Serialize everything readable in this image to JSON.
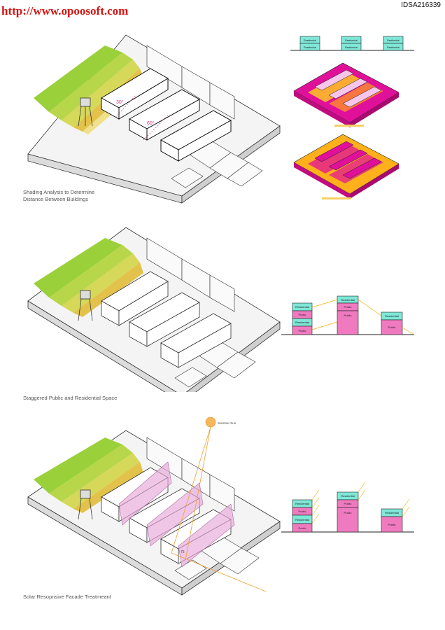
{
  "watermark": "http://www.opoosoft.com",
  "sheet_id": "IDSA216339",
  "panels": [
    {
      "caption_lines": [
        "Shading Analysis to Determine",
        "Distance Between Buildings"
      ],
      "angle_labels": [
        "30°",
        "60°"
      ],
      "section_labels": [
        "Residential",
        "Residential",
        "Residential",
        "Residential",
        "Residential",
        "Residential"
      ]
    },
    {
      "caption_lines": [
        "Staggered Public and Residential Space"
      ],
      "stack_left": [
        "Residential",
        "Public",
        "Residential",
        "Public"
      ],
      "stack_mid": [
        "Residential",
        "Public",
        "Public"
      ],
      "stack_right": [
        "Residential",
        "Public"
      ]
    },
    {
      "caption_lines": [
        "Solar Resopnsive Facade Treatmeant"
      ],
      "sun_label": "Summer Sun",
      "angle_label": "75",
      "stack_left": [
        "Residential",
        "Public",
        "Residential",
        "Public"
      ],
      "stack_mid": [
        "Residential",
        "Public",
        "Public"
      ],
      "stack_right": [
        "Residential",
        "Public"
      ]
    }
  ],
  "colors": {
    "residential": "#7fe8d8",
    "public": "#f07ac0",
    "heat_magenta": "#e0109a",
    "heat_yellow": "#ffd21a",
    "park_green": "#b8d64a",
    "sun": "#f5b85a",
    "facade": "#e6a8d8"
  }
}
